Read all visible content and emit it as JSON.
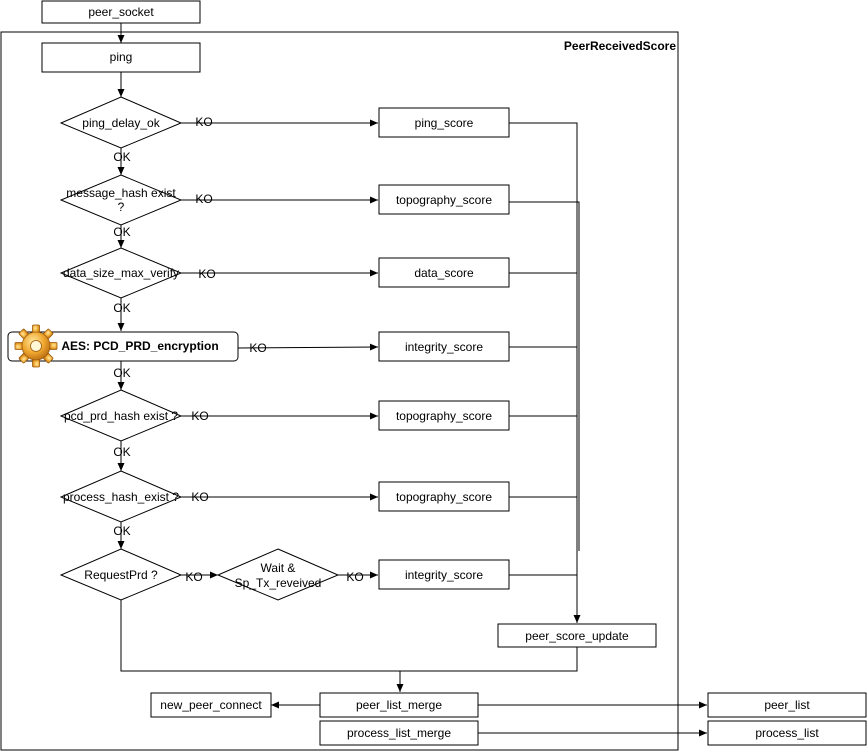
{
  "group": {
    "title": "PeerReceivedScore"
  },
  "nodes": {
    "peer_socket": "peer_socket",
    "ping": "ping",
    "ping_delay_ok": "ping_delay_ok",
    "message_hash_exist_line1": "message_hash exist",
    "message_hash_exist_line2": "?",
    "data_size_max_verify": "data_size_max_verify",
    "aes": "AES: PCD_PRD_encryption",
    "pcd_prd_hash_exist": "pcd_prd_hash exist ?",
    "process_hash_exist": "process_hash_exist ?",
    "request_prd": "RequestPrd ?",
    "wait_line1": "Wait &",
    "wait_line2": "Sp_Tx_reveived",
    "ping_score": "ping_score",
    "topography_score_1": "topography_score",
    "data_score": "data_score",
    "integrity_score_1": "integrity_score",
    "topography_score_2": "topography_score",
    "topography_score_3": "topography_score",
    "integrity_score_2": "integrity_score",
    "peer_score_update": "peer_score_update",
    "new_peer_connect": "new_peer_connect",
    "peer_list_merge": "peer_list_merge",
    "process_list_merge": "process_list_merge",
    "peer_list": "peer_list",
    "process_list": "process_list"
  },
  "edge_labels": {
    "ok": "OK",
    "ko": "KO"
  },
  "colors": {
    "stroke": "#000000",
    "fill": "#ffffff",
    "gear": "#f0a830"
  },
  "icons": {
    "aes": "gear-icon"
  }
}
